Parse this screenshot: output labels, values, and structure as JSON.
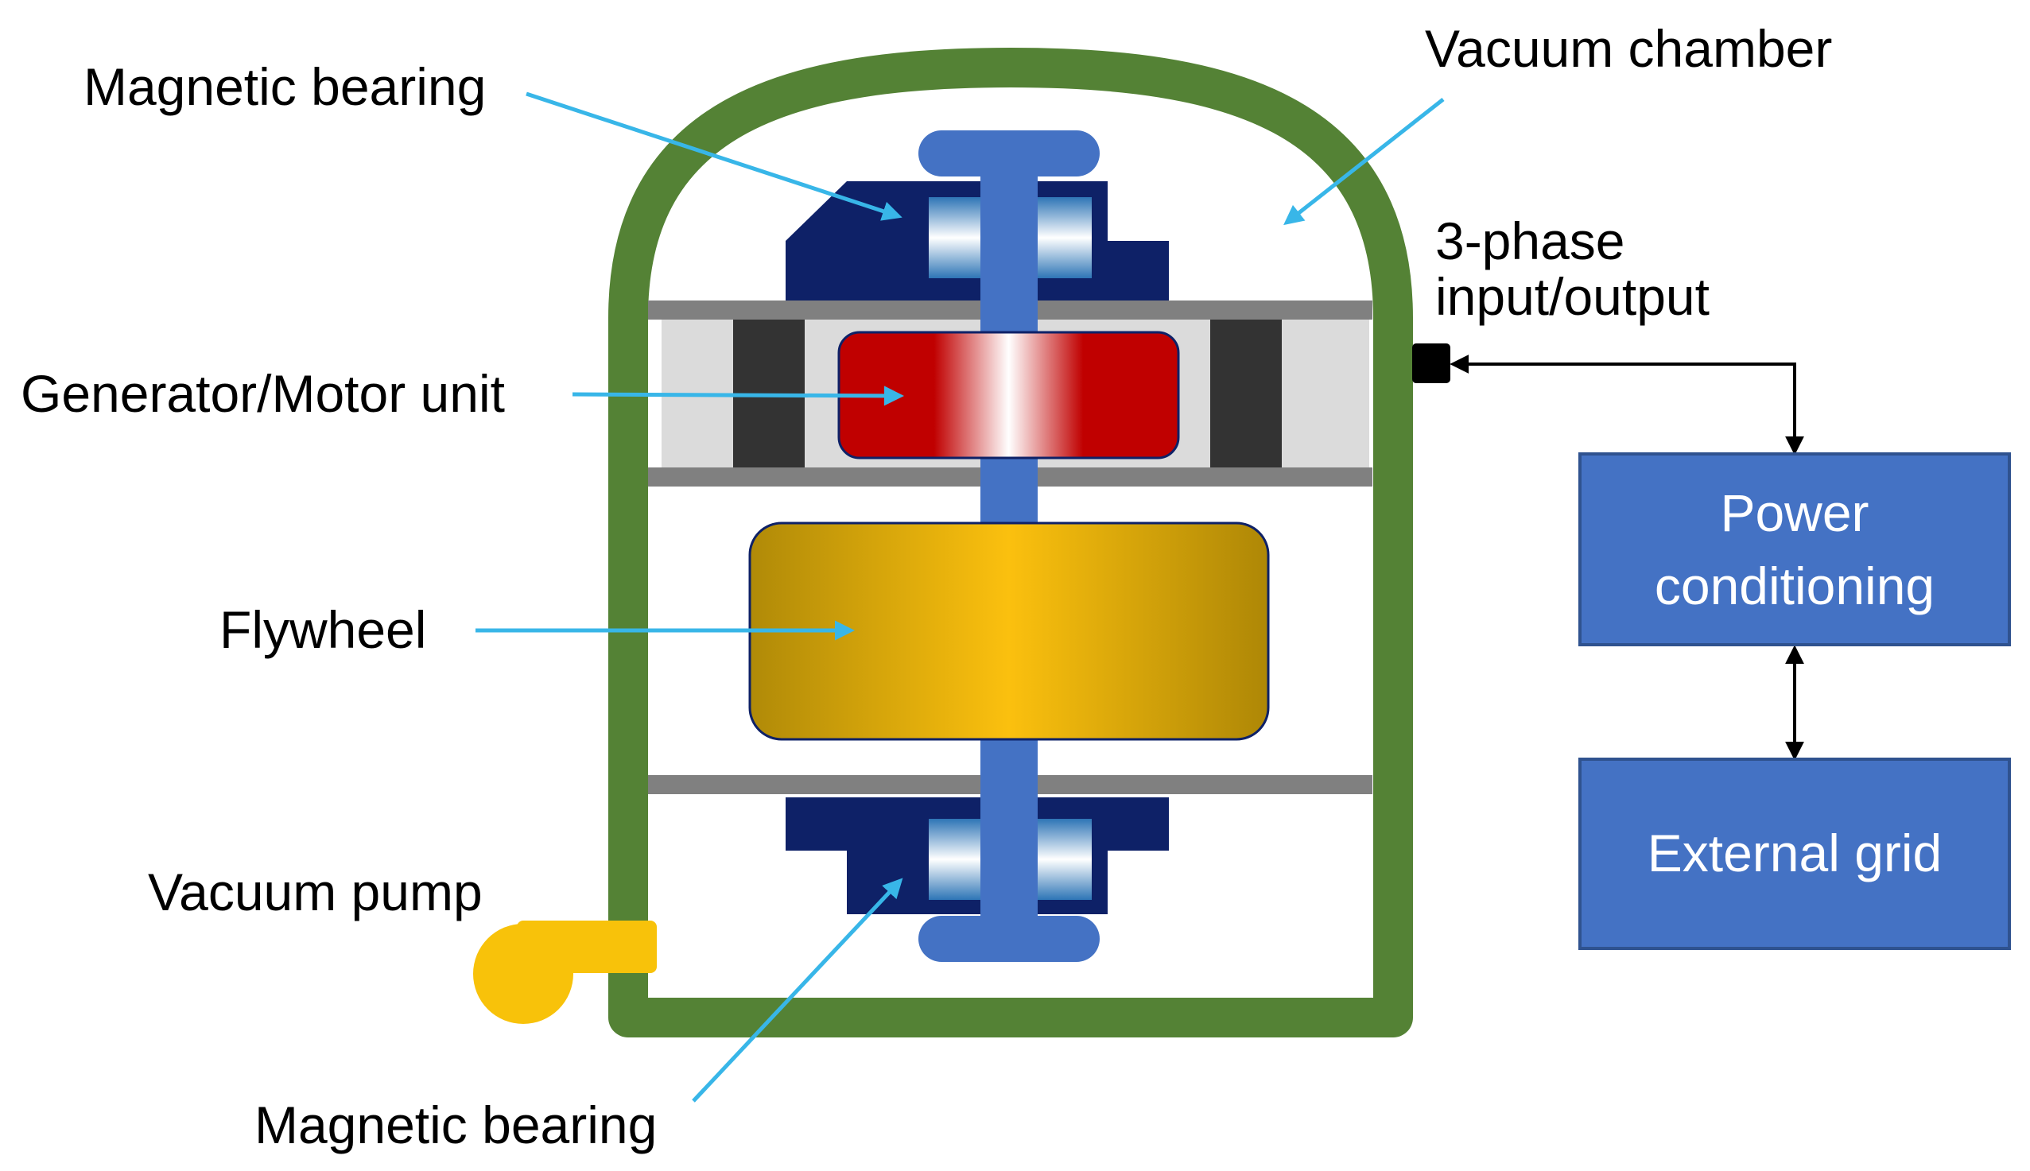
{
  "labels": {
    "magnetic_bearing_top": "Magnetic bearing",
    "vacuum_chamber": "Vacuum chamber",
    "phase_line1": "3-phase",
    "phase_line2": "input/output",
    "generator_motor": "Generator/Motor unit",
    "flywheel": "Flywheel",
    "vacuum_pump": "Vacuum pump",
    "magnetic_bearing_bottom": "Magnetic bearing"
  },
  "boxes": {
    "power_conditioning_line1": "Power",
    "power_conditioning_line2": "conditioning",
    "external_grid": "External grid"
  },
  "colors": {
    "chamber_wall": "#548235",
    "shaft": "#4472C4",
    "bearing_housing": "#0E2167",
    "generator": "#C00000",
    "flywheel": "#C9A227",
    "pump": "#F8C20A",
    "annotation_arrow": "#38B6E8",
    "system_box": "#4472C4",
    "plate": "#808080"
  }
}
